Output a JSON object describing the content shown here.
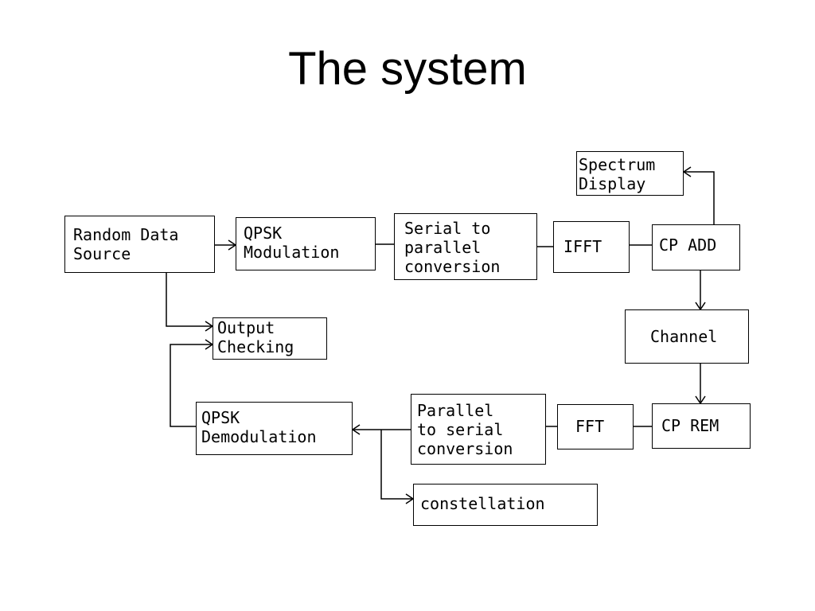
{
  "title": "The system",
  "blocks": {
    "random_data_source": [
      "Random Data",
      "Source"
    ],
    "qpsk_modulation": [
      "QPSK",
      "Modulation"
    ],
    "serial_to_parallel": [
      "Serial to",
      "parallel",
      "conversion"
    ],
    "ifft": [
      "IFFT"
    ],
    "cp_add": [
      "CP ADD"
    ],
    "spectrum_display": [
      "Spectrum",
      "Display"
    ],
    "channel": [
      "Channel"
    ],
    "cp_rem": [
      "CP REM"
    ],
    "fft": [
      "FFT"
    ],
    "parallel_to_serial": [
      "Parallel",
      "to serial",
      "conversion"
    ],
    "qpsk_demodulation": [
      "QPSK",
      "Demodulation"
    ],
    "output_checking": [
      "Output",
      "Checking"
    ],
    "constellation": [
      "constellation"
    ]
  }
}
